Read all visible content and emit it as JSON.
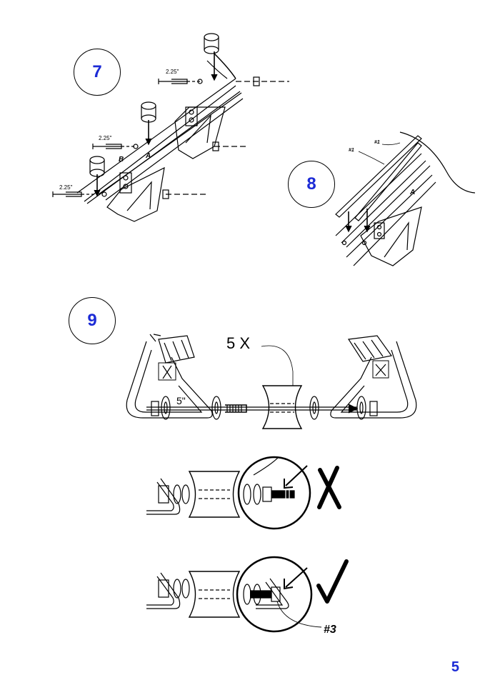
{
  "steps": [
    {
      "number": "7",
      "dimension_labels": [
        "2.25\"",
        "2.25\"",
        "2.25\""
      ],
      "part_letters": [
        "B",
        "A"
      ]
    },
    {
      "number": "8",
      "part_labels": [
        "#1",
        "#1"
      ],
      "part_letter": "A"
    },
    {
      "number": "9",
      "quantity_label": "5 X",
      "length_label": "5\"",
      "part_label": "#3"
    }
  ],
  "page_number": "5",
  "colors": {
    "accent": "#1c2bd6",
    "line": "#000000"
  }
}
